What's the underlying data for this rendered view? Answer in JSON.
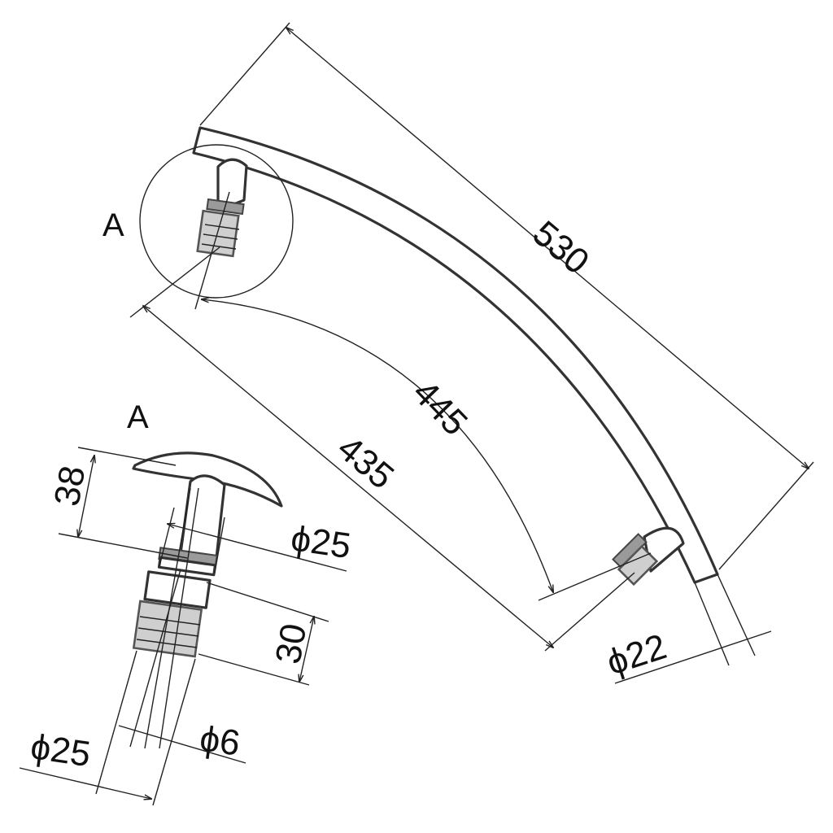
{
  "drawing": {
    "detail_marker": "A",
    "detail_title": "A",
    "dimensions": {
      "overall_length": "530",
      "hole_spacing": "445",
      "chord_length": "435",
      "bar_diameter": "ϕ22",
      "post_height": "38",
      "post_diameter": "ϕ25",
      "thread_length": "30",
      "base_diameter": "ϕ25",
      "screw_diameter": "ϕ6"
    }
  }
}
